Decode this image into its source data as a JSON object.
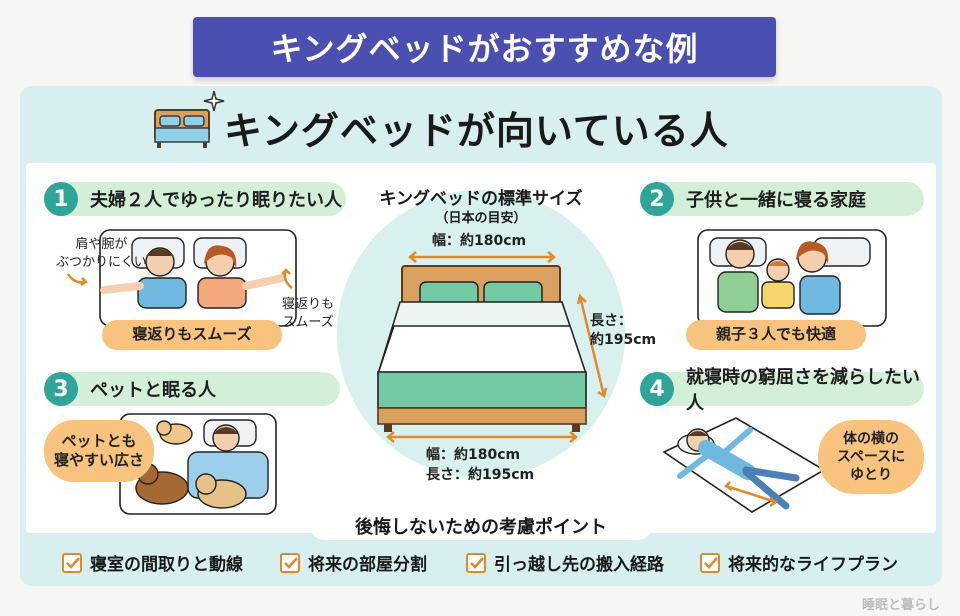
{
  "banner_title": "キングベッドがおすすめな例",
  "headline": "キングベッドが向いている人",
  "sections": [
    {
      "num": "1",
      "title": "夫婦２人でゆったり眠りたい人",
      "badge": "寝返りもスムーズ",
      "note_left": "肩や腕が\nぶつかりにくい",
      "note_right": "寝返りも\nスムーズ"
    },
    {
      "num": "2",
      "title": "子供と一緒に寝る家庭",
      "badge": "親子３人でも快適"
    },
    {
      "num": "3",
      "title": "ペットと眠る人",
      "badge": "ペットとも\n寝やすい広さ"
    },
    {
      "num": "4",
      "title": "就寝時の窮屈さを減らしたい人",
      "badge": "体の横の\nスペースに\nゆとり"
    }
  ],
  "center": {
    "title": "キングベッドの標準サイズ",
    "subtitle": "（日本の目安）",
    "top_width": "幅：約180cm",
    "side_length": "長さ：\n約195cm",
    "bottom_width": "幅：約180cm",
    "bottom_length": "長さ：約195cm"
  },
  "points_title": "後悔しないための考慮ポイント",
  "points": [
    "寝室の間取りと動線",
    "将来の部屋分割",
    "引っ越し先の搬入経路",
    "将来的なライフプラン"
  ],
  "credit": "睡眠と暮らし",
  "colors": {
    "banner": "#4a4fb0",
    "panel": "#d7efef",
    "accent_teal": "#2fa59a",
    "badge_orange": "#f7c37f",
    "pill_green": "#d3efd8",
    "check_orange": "#e08a2f"
  }
}
